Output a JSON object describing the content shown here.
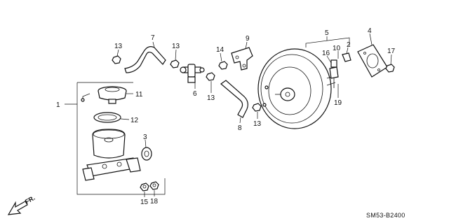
{
  "callouts": {
    "c1": "1",
    "c2": "2",
    "c3": "3",
    "c4": "4",
    "c5": "5",
    "c6": "6",
    "c7": "7",
    "c8": "8",
    "c9": "9",
    "c10": "10",
    "c11": "11",
    "c12": "12",
    "c13a": "13",
    "c13b": "13",
    "c13c": "13",
    "c13d": "13",
    "c14": "14",
    "c15": "15",
    "c16": "16",
    "c17": "17",
    "c18": "18",
    "c19": "19"
  },
  "direction_label": "FR.",
  "diagram_code": "SM53-B2400"
}
